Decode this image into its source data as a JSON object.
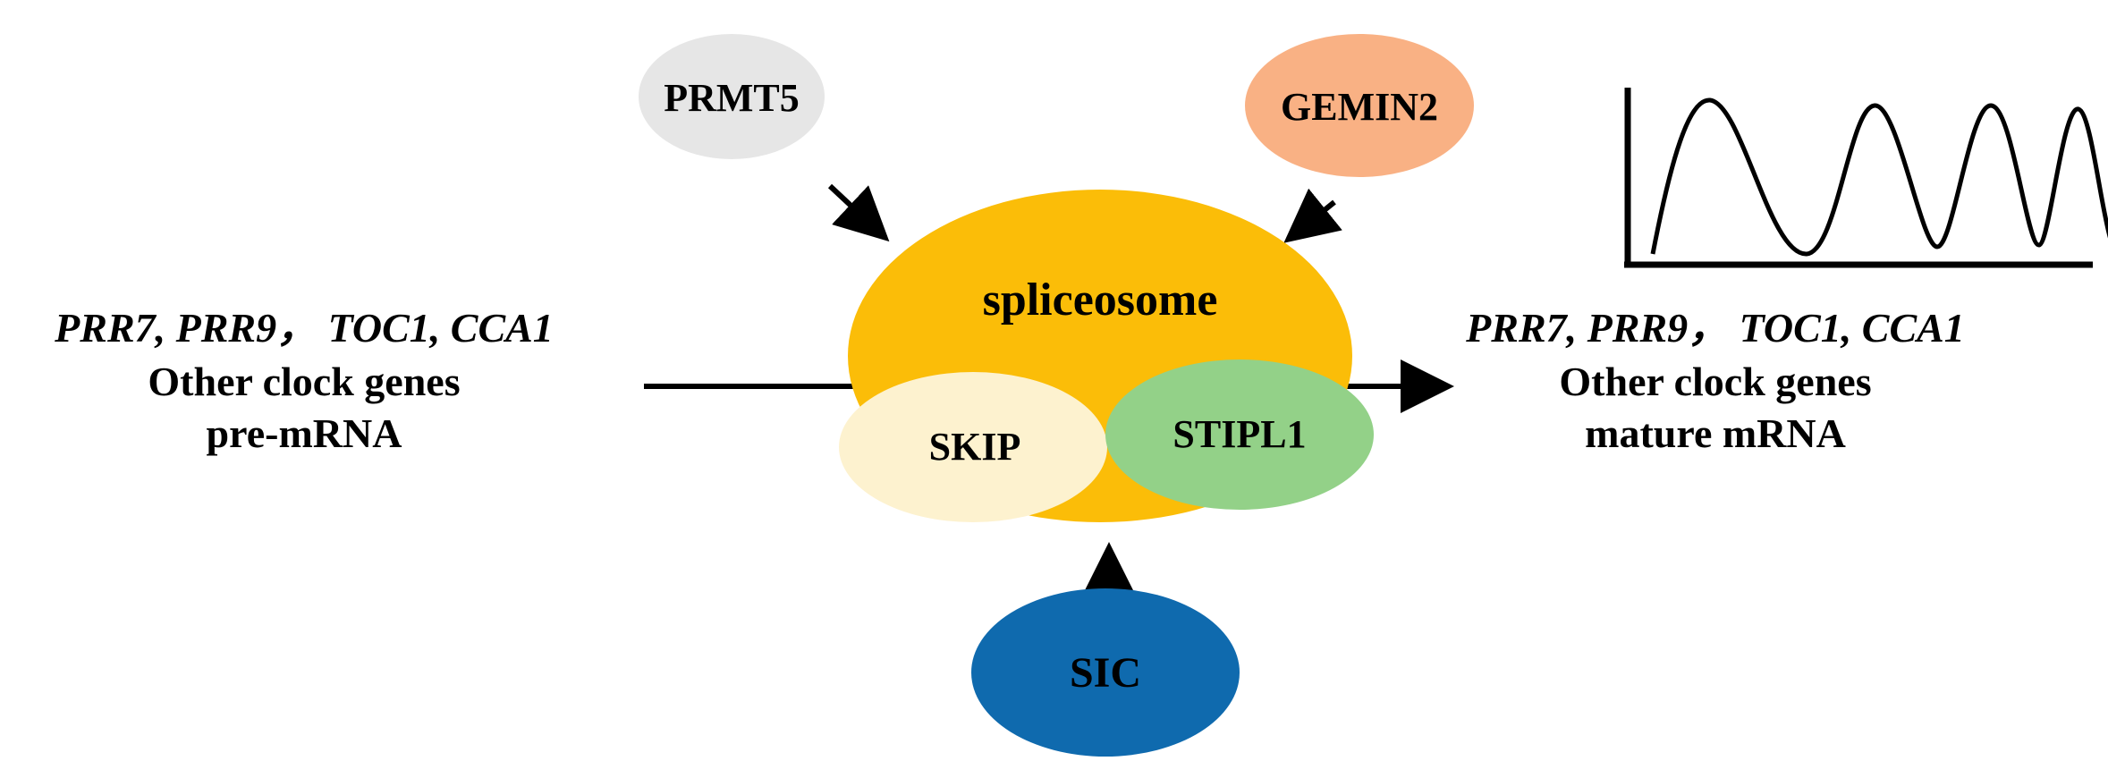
{
  "nodes": {
    "prmt5": {
      "label": "PRMT5",
      "color": "#e6e6e6"
    },
    "gemin2": {
      "label": "GEMIN2",
      "color": "#f9b184"
    },
    "spliceosome": {
      "label": "spliceosome",
      "color": "#fbbd08"
    },
    "skip": {
      "label": "SKIP",
      "color": "#fdf2cf"
    },
    "stipl1": {
      "label": "STIPL1",
      "color": "#93d188"
    },
    "sic": {
      "label": "SIC",
      "color": "#0f6aae"
    }
  },
  "left_text": {
    "genes": "PRR7, PRR9， TOC1, CCA1",
    "line2": "Other clock genes",
    "line3": "pre-mRNA"
  },
  "right_text": {
    "genes": "PRR7, PRR9， TOC1, CCA1",
    "line2": "Other clock genes",
    "line3": "mature mRNA"
  },
  "icons": {
    "oscillation": "oscillation-wave-icon"
  }
}
